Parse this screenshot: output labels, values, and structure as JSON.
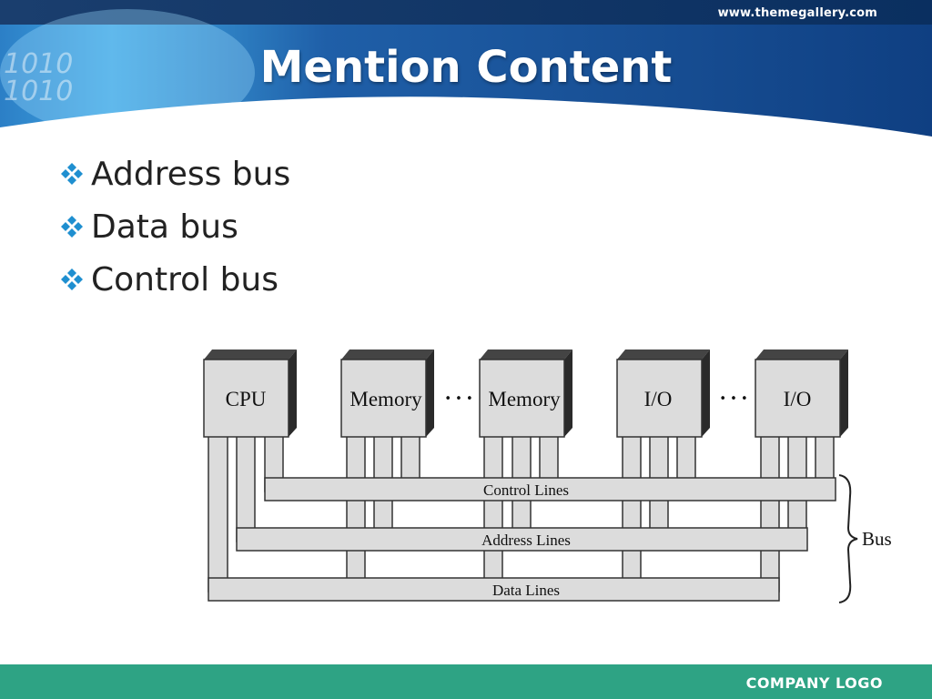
{
  "header": {
    "site_url": "www.themegallery.com",
    "title": "Mention Content",
    "decoration_text": "1010"
  },
  "bullets": [
    "Address bus",
    "Data bus",
    "Control bus"
  ],
  "diagram": {
    "boxes": [
      "CPU",
      "Memory",
      "Memory",
      "I/O",
      "I/O"
    ],
    "ellipsis": "• • •",
    "lines": {
      "control": "Control Lines",
      "address": "Address Lines",
      "data": "Data Lines"
    },
    "bus_label": "Bus"
  },
  "footer": {
    "company_logo": "COMPANY LOGO"
  },
  "colors": {
    "banner_dark": "#0d3a73",
    "banner_light": "#38a0de",
    "bullet": "#1f8fd0",
    "footer": "#2ea384"
  }
}
